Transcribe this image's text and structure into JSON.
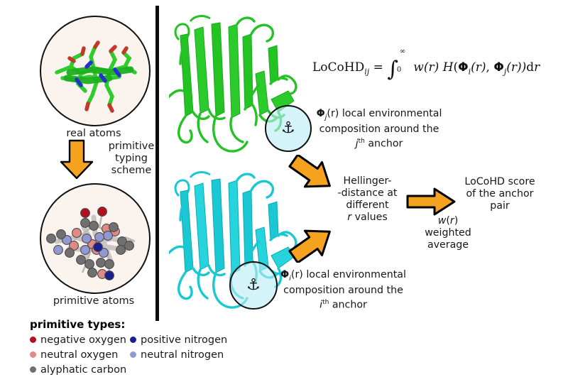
{
  "figure": {
    "title": "LoCoHD anchor-pair comparison schematic",
    "accent_orange": "#F5A21E",
    "arrow_outline": "#000000",
    "protein_top_color": "#22C322",
    "protein_bottom_color": "#19C8D2",
    "anchor_circle_fill": "#BAEEF6",
    "circle_bg": "#FAF3EE",
    "divider_color": "#0D0D0D"
  },
  "left_panel": {
    "real_atoms_label": "real atoms",
    "primitive_atoms_label": "primitive atoms",
    "typing_arrow_label": "primitive\ntyping\nscheme",
    "typing_arrow_lines": [
      "primitive",
      "typing",
      "scheme"
    ],
    "real_atoms_icon": "real-atom-stick-model",
    "primitive_atoms_icon": "primitive-atom-sphere-model"
  },
  "legend": {
    "title": "primitive types:",
    "column_left": [
      {
        "label": "negative oxygen",
        "color": "#B01020"
      },
      {
        "label": "neutral oxygen",
        "color": "#E08A85"
      },
      {
        "label": "alyphatic carbon",
        "color": "#707070"
      }
    ],
    "column_right": [
      {
        "label": "positive nitrogen",
        "color": "#1A2090"
      },
      {
        "label": "neutral nitrogen",
        "color": "#9298D2"
      }
    ]
  },
  "formula": {
    "lhs": "LoCoHD",
    "lhs_sub": "ij",
    "equals": "=",
    "integral": "∫",
    "limit_lower": "0",
    "limit_upper": "∞",
    "weight": "w(r)",
    "hellinger": "H",
    "phi_i": "Φ",
    "phi_j": "Φ",
    "arg_i": "i",
    "arg_j": "j",
    "dr": "dr",
    "full_text": "LoCoHD_ij = ∫_0^∞ w(r) H(Φ_i(r), Φ_j(r))dr"
  },
  "annotations": {
    "anchor_j": {
      "line1_phi": "Φ",
      "line1_sub": "j",
      "line1_rest": "(r) local environmental",
      "line2": "composition around the",
      "line3_ordinal": "j",
      "line3_sup": "th",
      "line3_rest": " anchor"
    },
    "anchor_i": {
      "line1_phi": "Φ",
      "line1_sub": "i",
      "line1_rest": "(r) local environmental",
      "line2": "composition around the",
      "line3_ordinal": "i",
      "line3_sup": "th",
      "line3_rest": " anchor"
    },
    "hellinger_block": [
      "Hellinger-",
      "-distance at",
      "different",
      "r values"
    ],
    "hellinger_italic_line": "r values",
    "weighted_block": [
      "w(r)",
      "weighted",
      "average"
    ],
    "score_block": [
      "LoCoHD score",
      "of the anchor",
      "pair"
    ]
  },
  "anchors": {
    "top_glyph": "⚓",
    "bottom_glyph": "⚓",
    "top_name": "anchor-j",
    "bottom_name": "anchor-i"
  },
  "chart_data": {
    "type": "diagram",
    "title": "LoCoHD anchor-pair comparison schematic",
    "nodes": [
      {
        "id": "real-atoms",
        "label": "real atoms",
        "kind": "circle-inset"
      },
      {
        "id": "primitive-atoms",
        "label": "primitive atoms",
        "kind": "circle-inset"
      },
      {
        "id": "protein-j",
        "label": "j-th anchor protein",
        "kind": "cartoon",
        "color": "#22C322"
      },
      {
        "id": "protein-i",
        "label": "i-th anchor protein",
        "kind": "cartoon",
        "color": "#19C8D2"
      },
      {
        "id": "hellinger",
        "label": "Hellinger--distance at different r values",
        "kind": "text"
      },
      {
        "id": "score",
        "label": "LoCoHD score of the anchor pair",
        "kind": "text"
      }
    ],
    "edges": [
      {
        "from": "real-atoms",
        "to": "primitive-atoms",
        "label": "primitive typing scheme"
      },
      {
        "from": "protein-j",
        "to": "hellinger",
        "label": ""
      },
      {
        "from": "protein-i",
        "to": "hellinger",
        "label": ""
      },
      {
        "from": "hellinger",
        "to": "score",
        "label": "w(r) weighted average"
      }
    ]
  }
}
